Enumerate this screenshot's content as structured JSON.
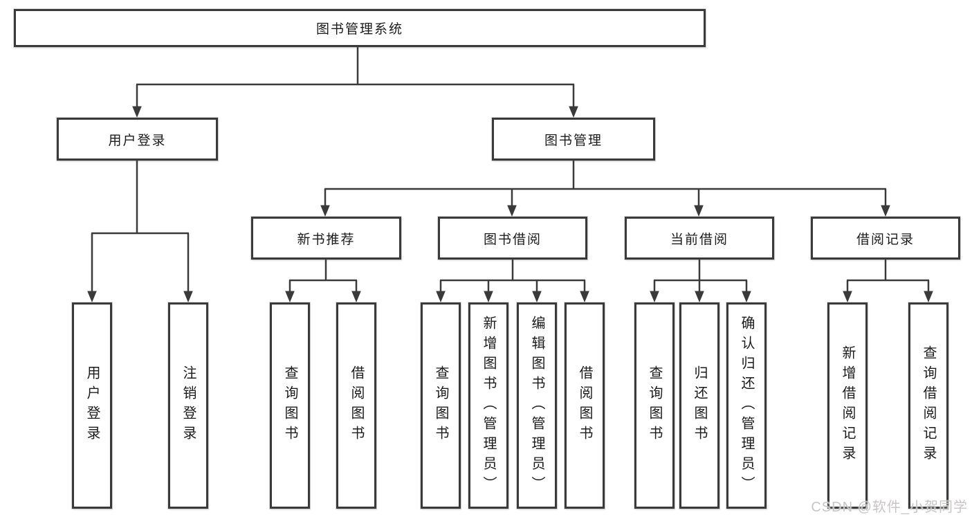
{
  "diagram": {
    "root": {
      "label": "图书管理系统"
    },
    "branches": {
      "user_login": {
        "label": "用户登录",
        "children": {
          "login": "用户登录",
          "logout": "注销登录"
        }
      },
      "book_management": {
        "label": "图书管理",
        "children": {
          "new_book": {
            "label": "新书推荐",
            "children": {
              "query": "查询图书",
              "borrow": "借阅图书"
            }
          },
          "borrowing": {
            "label": "图书借阅",
            "children": {
              "query": "查询图书",
              "add": "新增图书（管理员）",
              "edit": "编辑图书（管理员）",
              "borrow": "借阅图书"
            }
          },
          "current": {
            "label": "当前借阅",
            "children": {
              "query": "查询图书",
              "return": "归还图书",
              "confirm": "确认归还（管理员）"
            }
          },
          "records": {
            "label": "借阅记录",
            "children": {
              "add": "新增借阅记录",
              "query": "查询借阅记录"
            }
          }
        }
      }
    }
  },
  "watermark": {
    "text": "CSDN @软件_小贺同学"
  },
  "colors": {
    "line": "#3a3a3a",
    "border": "#3a3a3a",
    "text": "#1b1b1b",
    "background": "#ffffff",
    "watermark": "#c8c6c5"
  }
}
